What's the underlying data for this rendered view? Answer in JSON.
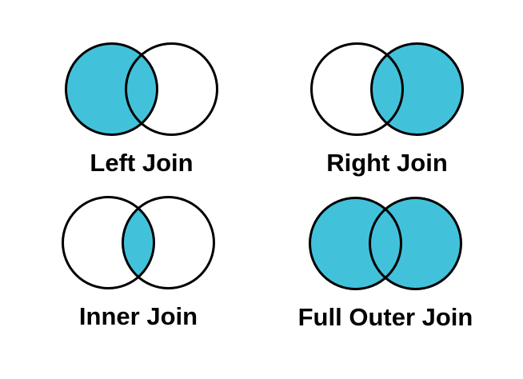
{
  "colors": {
    "filled": "#42C2DA",
    "empty": "#FFFFFF",
    "outline": "#000000",
    "label_text": "#000000",
    "background": "#FFFFFF"
  },
  "diagrams": [
    {
      "label": "Left Join",
      "regions": {
        "left": true,
        "right": false,
        "intersection": true
      }
    },
    {
      "label": "Right Join",
      "regions": {
        "left": false,
        "right": true,
        "intersection": true
      }
    },
    {
      "label": "Inner Join",
      "regions": {
        "left": false,
        "right": false,
        "intersection": true
      }
    },
    {
      "label": "Full Outer Join",
      "regions": {
        "left": true,
        "right": true,
        "intersection": true
      }
    }
  ]
}
